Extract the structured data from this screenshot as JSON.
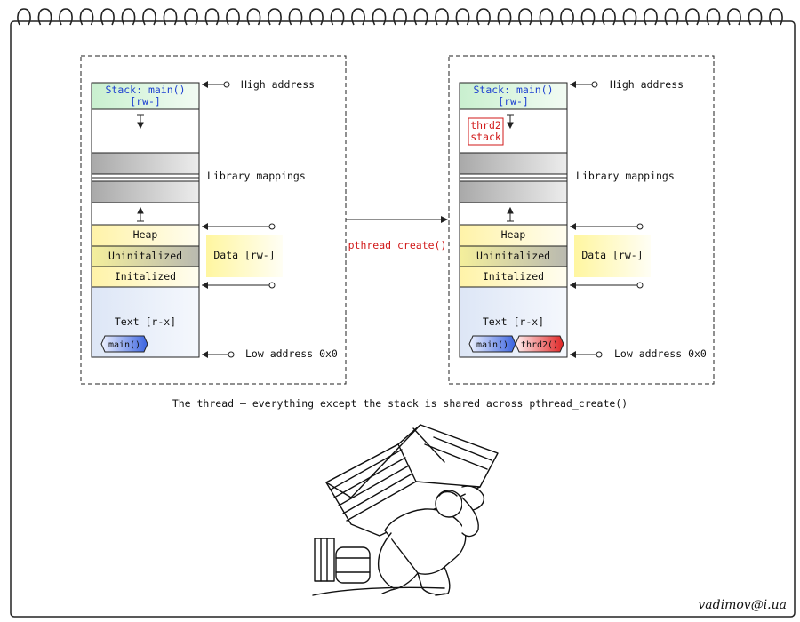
{
  "diagram": {
    "left": {
      "stack_label": "Stack: main()",
      "stack_perm": "[rw-]",
      "heap": "Heap",
      "uninit": "Uninitalized",
      "init": "Initalized",
      "text": "Text [r-x]",
      "main_tag": "main()"
    },
    "right": {
      "stack_label": "Stack: main()",
      "stack_perm": "[rw-]",
      "thread_stack_line1": "thrd2",
      "thread_stack_line2": "stack",
      "heap": "Heap",
      "uninit": "Uninitalized",
      "init": "Initalized",
      "text": "Text [r-x]",
      "main_tag": "main()",
      "thrd2_tag": "thrd2()"
    },
    "labels": {
      "high_address": "High address",
      "library_mappings": "Library mappings",
      "data": "Data [rw-]",
      "low_address": "Low address 0x0"
    },
    "arrow_label": "pthread_create()",
    "caption": "The thread – everything except the stack is shared across pthread_create()",
    "author": "vadimov@i.ua"
  },
  "colors": {
    "stack_fill": "#d8f5dc",
    "data_fill": "#fff7b8",
    "text_fill": "#e9eef8",
    "mapping_fill": "#c8c8c8",
    "uninit_fill": "#d4d2ba",
    "blue_text": "#1c3fd1",
    "red_text": "#d11a1a"
  }
}
